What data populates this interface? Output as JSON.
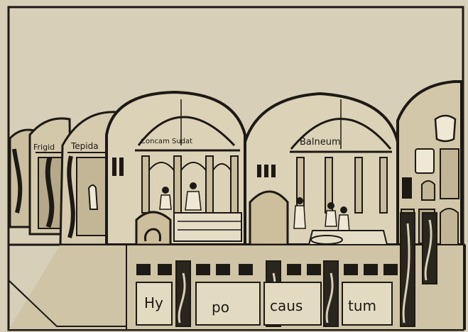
{
  "illustration": {
    "room_labels": {
      "frigidarium": "Frigid",
      "tepidarium": "Tepida",
      "concamerata_sudatio": "Concam Sudat",
      "balneum": "Balneum",
      "far_left": "",
      "right_tower": "",
      "right_small": ""
    },
    "hypocaustum_syllables": [
      "Hy",
      "po",
      "caus",
      "tum"
    ],
    "furnace_text": "",
    "colors": {
      "paper": "#d8cfb9",
      "ink": "#1d1a15",
      "shadow": "#3a342a"
    }
  }
}
